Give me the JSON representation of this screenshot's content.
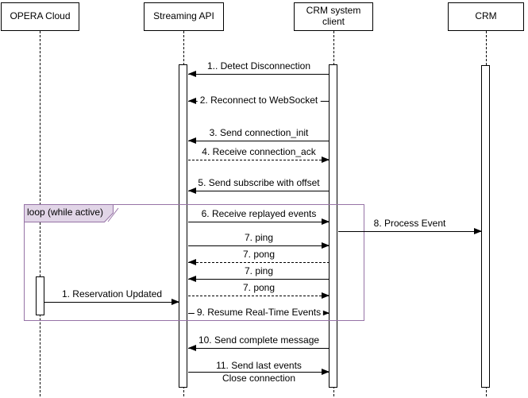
{
  "diagram": {
    "type": "uml-sequence-diagram",
    "actors": [
      {
        "label": "OPERA Cloud"
      },
      {
        "label": "Streaming API"
      },
      {
        "label": "CRM system client"
      },
      {
        "label": "CRM"
      }
    ],
    "loop": {
      "label": "loop (while active)"
    },
    "messages": [
      {
        "label": "1.. Detect Disconnection",
        "from": "CRM system client",
        "to": "Streaming API",
        "line": "solid"
      },
      {
        "label": "2. Reconnect to WebSocket",
        "from": "CRM system client",
        "to": "Streaming API",
        "line": "solid"
      },
      {
        "label": "3. Send connection_init",
        "from": "CRM system client",
        "to": "Streaming API",
        "line": "solid"
      },
      {
        "label": "4. Receive connection_ack",
        "from": "Streaming API",
        "to": "CRM system client",
        "line": "dashed"
      },
      {
        "label": "5. Send subscribe with offset",
        "from": "CRM system client",
        "to": "Streaming API",
        "line": "solid"
      },
      {
        "label": "6. Receive replayed events",
        "from": "Streaming API",
        "to": "CRM system client",
        "line": "solid"
      },
      {
        "label": "8. Process Event",
        "from": "CRM system client",
        "to": "CRM",
        "line": "solid"
      },
      {
        "label": "7. ping",
        "from": "Streaming API",
        "to": "CRM system client",
        "line": "solid"
      },
      {
        "label": "7. pong",
        "from": "CRM system client",
        "to": "Streaming API",
        "line": "dashed"
      },
      {
        "label": "7. ping",
        "from": "CRM system client",
        "to": "Streaming API",
        "line": "solid"
      },
      {
        "label": "7. pong",
        "from": "Streaming API",
        "to": "CRM system client",
        "line": "dashed"
      },
      {
        "label": "1. Reservation Updated",
        "from": "OPERA Cloud",
        "to": "Streaming API",
        "line": "solid"
      },
      {
        "label": "9. Resume Real-Time Events",
        "from": "Streaming API",
        "to": "CRM system client",
        "line": "solid"
      },
      {
        "label": "10. Send complete message",
        "from": "CRM system client",
        "to": "Streaming API",
        "line": "solid"
      },
      {
        "label": "11. Send last events",
        "label2": "Close connection",
        "from": "Streaming API",
        "to": "CRM system client",
        "line": "solid"
      }
    ],
    "colors": {
      "line": "#000000",
      "frame_border": "#9673A6",
      "frame_label_fill": "#E1D5E7",
      "background": "#FFFFFF"
    }
  }
}
